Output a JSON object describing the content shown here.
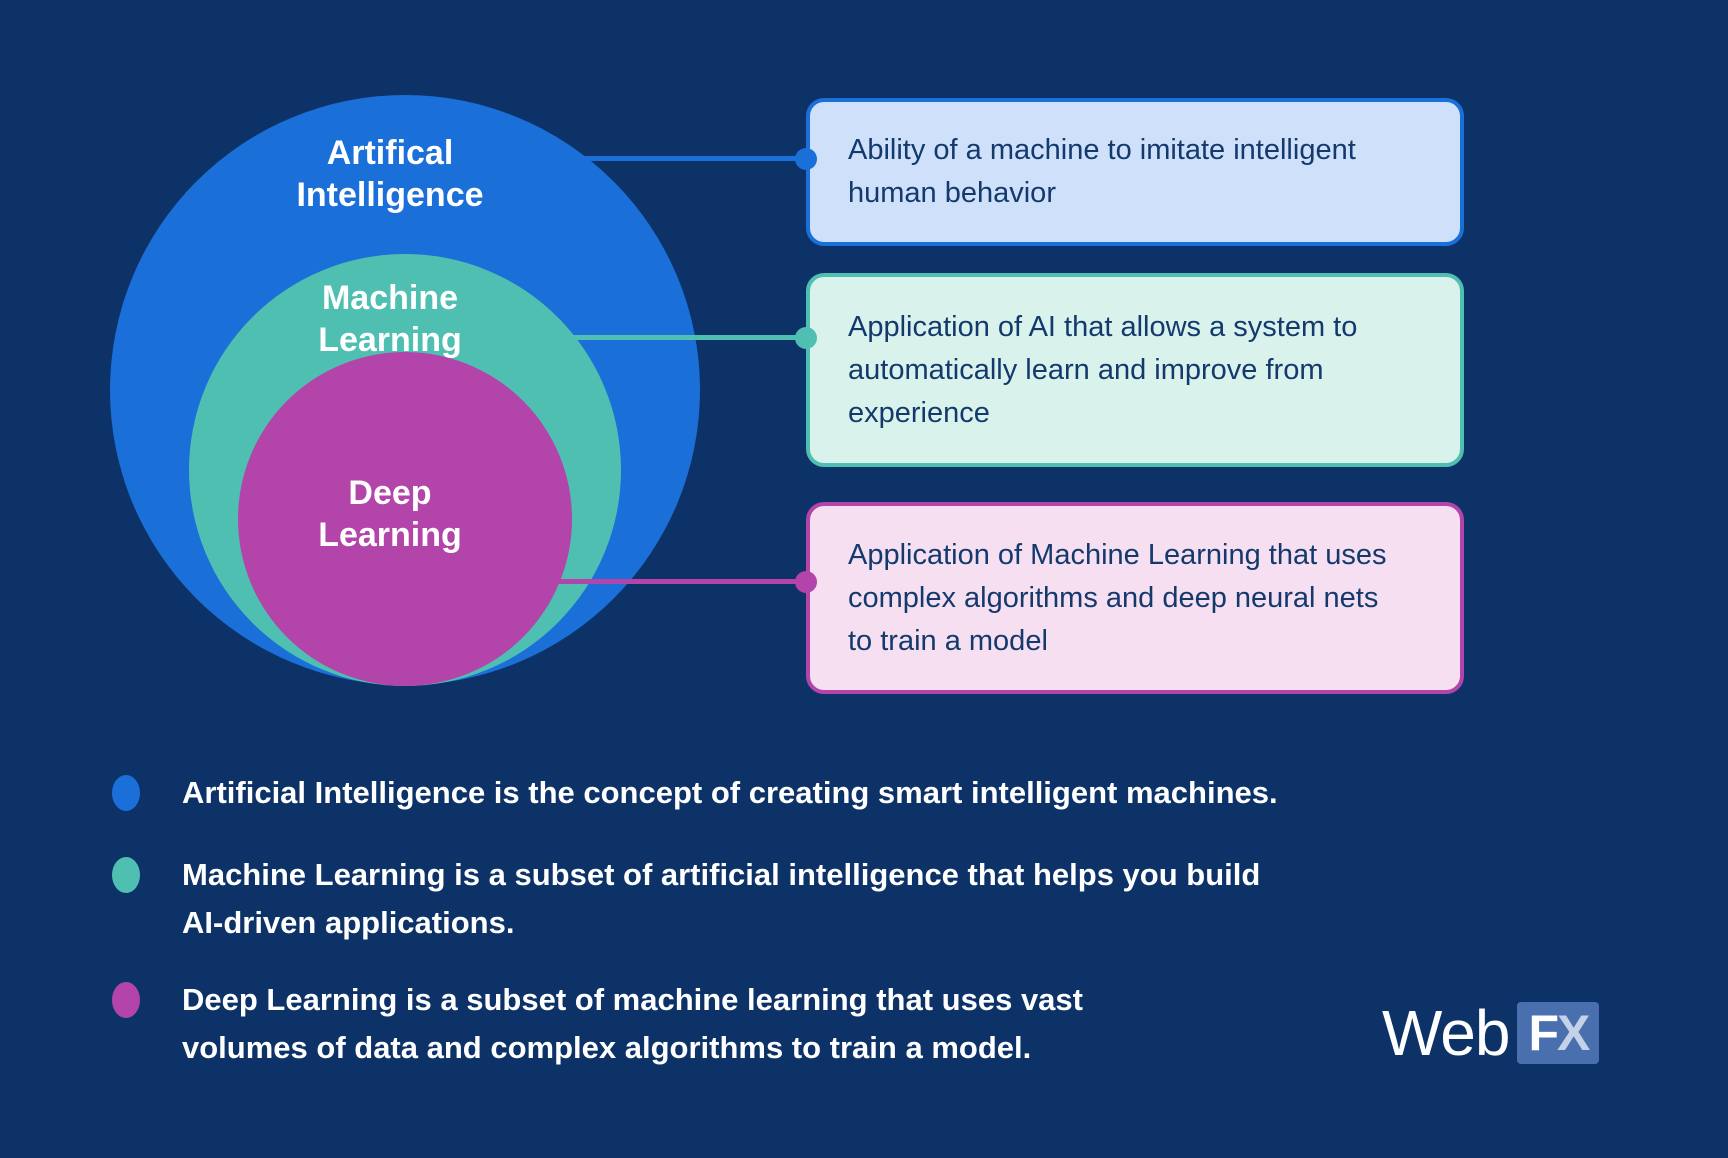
{
  "canvas": {
    "background": "#0d3268"
  },
  "diagram": {
    "circles": [
      {
        "id": "ai",
        "label": "Artifical\nIntelligence",
        "color": "#1b6fd8"
      },
      {
        "id": "ml",
        "label": "Machine\nLearning",
        "color": "#4fbfb2"
      },
      {
        "id": "dl",
        "label": "Deep\nLearning",
        "color": "#b344a9"
      }
    ],
    "callouts": [
      {
        "for": "ai",
        "text": "Ability of a machine to imitate intelligent\nhuman behavior",
        "bg": "#cfe0fa",
        "border": "#1b6fd8"
      },
      {
        "for": "ml",
        "text": "Application of AI that allows a system to\nautomatically learn and improve from\nexperience",
        "bg": "#daf2ec",
        "border": "#4fbfb2"
      },
      {
        "for": "dl",
        "text": "Application of Machine Learning that uses\ncomplex algorithms and deep neural nets\nto train a model",
        "bg": "#f5dff1",
        "border": "#b344a9"
      }
    ],
    "text_color": "#143a6d"
  },
  "legend": {
    "items": [
      {
        "dot_color": "#1b6fd8",
        "text": "Artificial Intelligence is the concept of creating smart intelligent machines."
      },
      {
        "dot_color": "#4fbfb2",
        "text": "Machine Learning is a subset of artificial intelligence that helps you build\nAI-driven applications."
      },
      {
        "dot_color": "#b344a9",
        "text": "Deep Learning is a subset of machine learning that uses vast\nvolumes of data and complex algorithms to train a model."
      }
    ]
  },
  "logo": {
    "web": "Web",
    "f": "F",
    "x": "X",
    "badge_color": "#4a6fae"
  }
}
